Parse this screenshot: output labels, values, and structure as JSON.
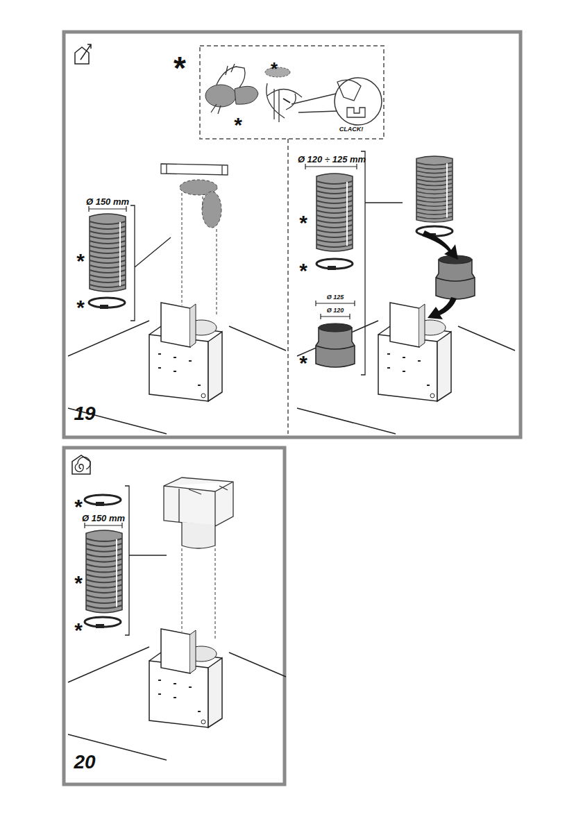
{
  "diagram": {
    "labels": [
      "*",
      "*",
      "CLACK!",
      "*",
      "Ø 150 mm",
      "*",
      "*",
      "19",
      "Ø 120 ÷ 125 mm",
      "*",
      "*",
      "Ø 125",
      "Ø 120",
      "*",
      "*",
      "Ø 150 mm",
      "*",
      "*",
      "20"
    ]
  }
}
